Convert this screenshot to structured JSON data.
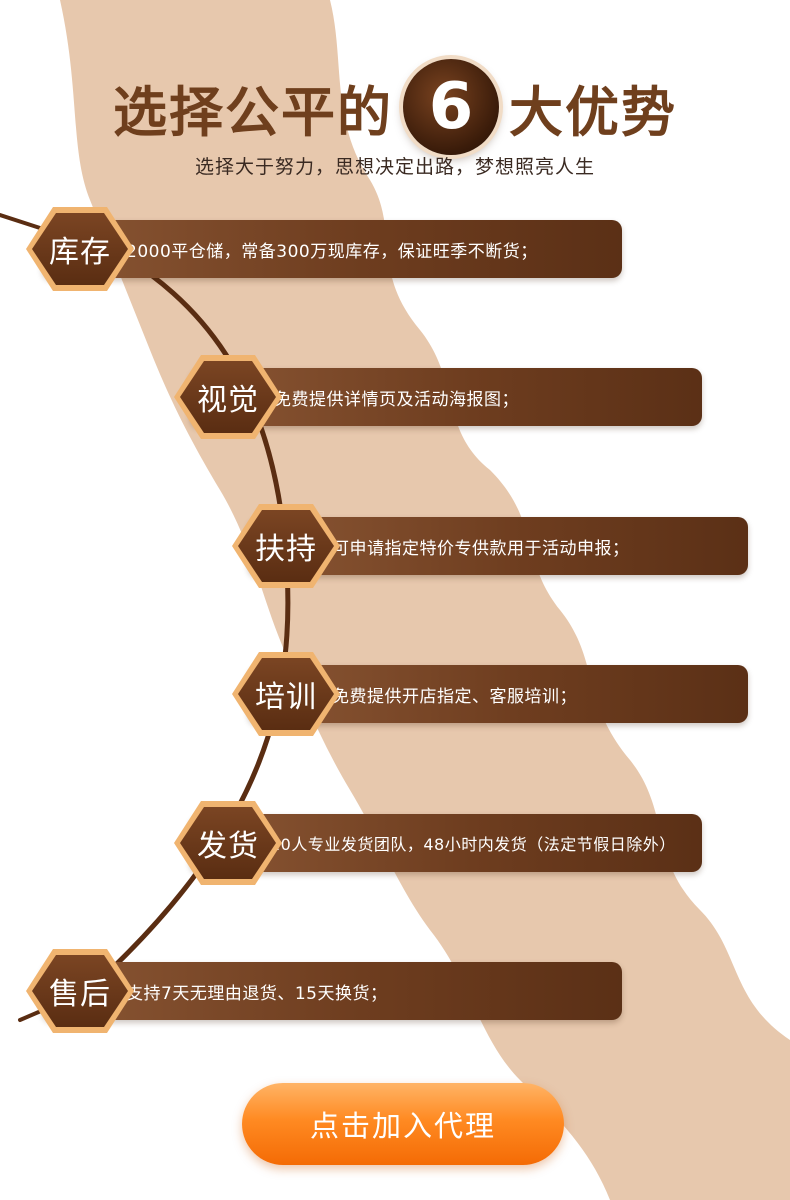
{
  "colors": {
    "accent": "#6e3d1f",
    "beige_strip": "#e7c8ad",
    "hex_border": "#f0b470",
    "cta": "#ff8a22"
  },
  "header": {
    "title_left": "选择公平的",
    "title_number": "6",
    "title_right": "大优势",
    "subtitle": "选择大于努力，思想决定出路，梦想照亮人生"
  },
  "advantages": [
    {
      "label": "库存",
      "text": "2000平仓储，常备300万现库存，保证旺季不断货；"
    },
    {
      "label": "视觉",
      "text": "免费提供详情页及活动海报图；"
    },
    {
      "label": "扶持",
      "text": "可申请指定特价专供款用于活动申报；"
    },
    {
      "label": "培训",
      "text": "免费提供开店指定、客服培训；"
    },
    {
      "label": "发货",
      "text": "20人专业发货团队，48小时内发货（法定节假日除外）"
    },
    {
      "label": "售后",
      "text": "支持7天无理由退货、15天换货；"
    }
  ],
  "cta": {
    "label": "点击加入代理"
  }
}
